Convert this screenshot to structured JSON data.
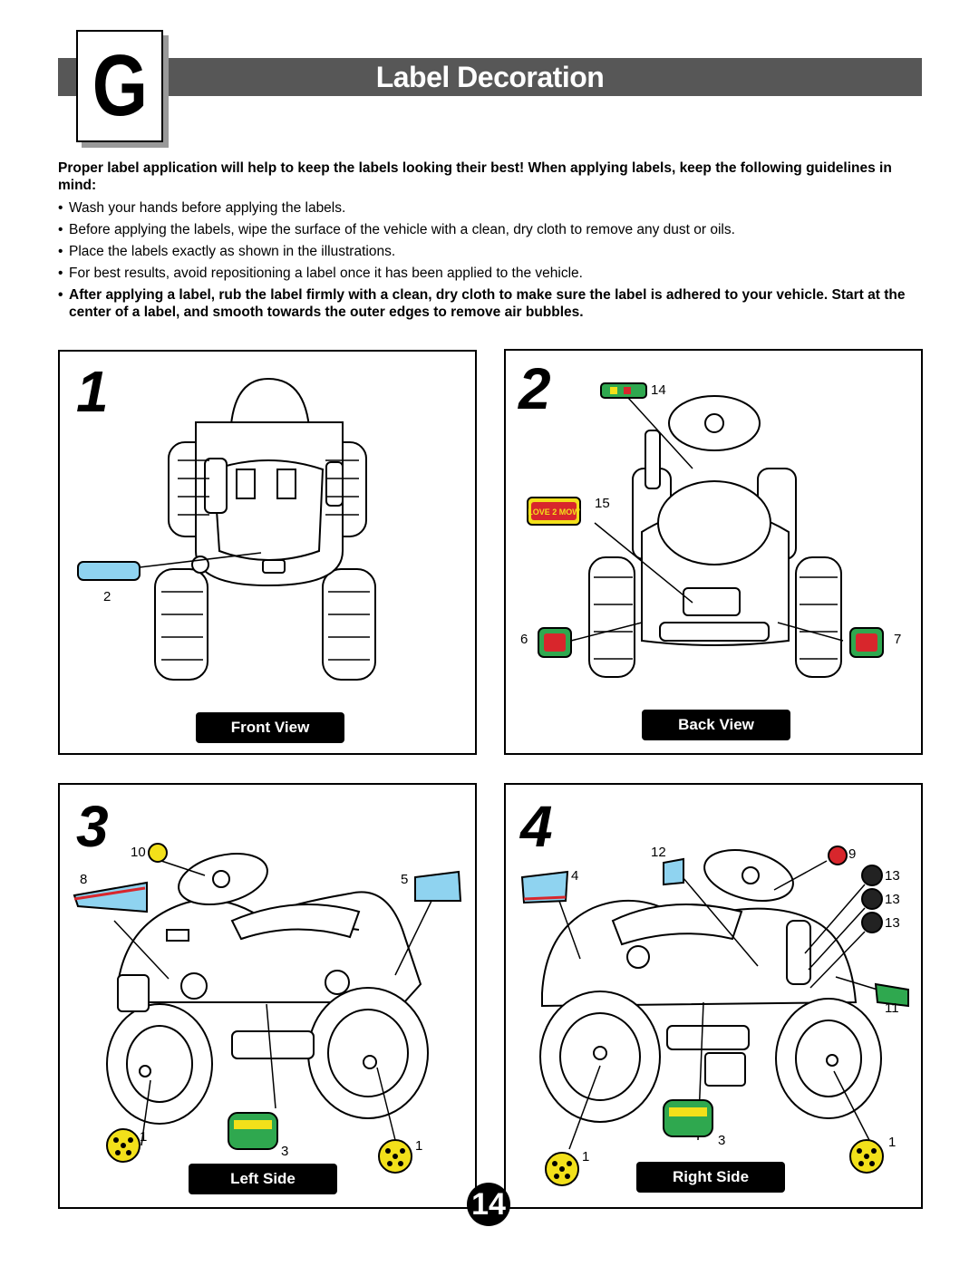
{
  "header": {
    "section_letter": "G",
    "title": "Label Decoration"
  },
  "intro": {
    "lead": "Proper label application will help to keep the labels looking their best! When applying labels, keep the following guidelines in mind:",
    "bullets": [
      "Wash your hands before applying the labels.",
      "Before applying the labels, wipe the surface of the vehicle with a clean, dry cloth to remove any dust or oils.",
      "Place the labels exactly as shown in the illustrations.",
      "For best results, avoid repositioning a label once it has been applied to the vehicle.",
      "After applying a label, rub the label firmly with a clean, dry cloth to make sure the label is adhered to your vehicle. Start at the center of a label, and smooth towards the outer edges to remove air bubbles."
    ]
  },
  "panels": [
    {
      "step": "1",
      "view": "Front View",
      "callouts": [
        "2"
      ]
    },
    {
      "step": "2",
      "view": "Back View",
      "callouts": [
        "14",
        "15",
        "6",
        "7"
      ],
      "label_text": "LOVE 2 MOW"
    },
    {
      "step": "3",
      "view": "Left Side",
      "callouts": [
        "10",
        "8",
        "5",
        "1",
        "3",
        "1"
      ]
    },
    {
      "step": "4",
      "view": "Right Side",
      "callouts": [
        "12",
        "9",
        "4",
        "13",
        "13",
        "13",
        "11",
        "3",
        "1",
        "1"
      ]
    }
  ],
  "page_number": "14",
  "colors": {
    "title_bar": "#575757",
    "label_yellow": "#f2e01a",
    "label_green": "#2fa84f",
    "label_red": "#d8262c",
    "label_blue": "#8fd3f0"
  }
}
